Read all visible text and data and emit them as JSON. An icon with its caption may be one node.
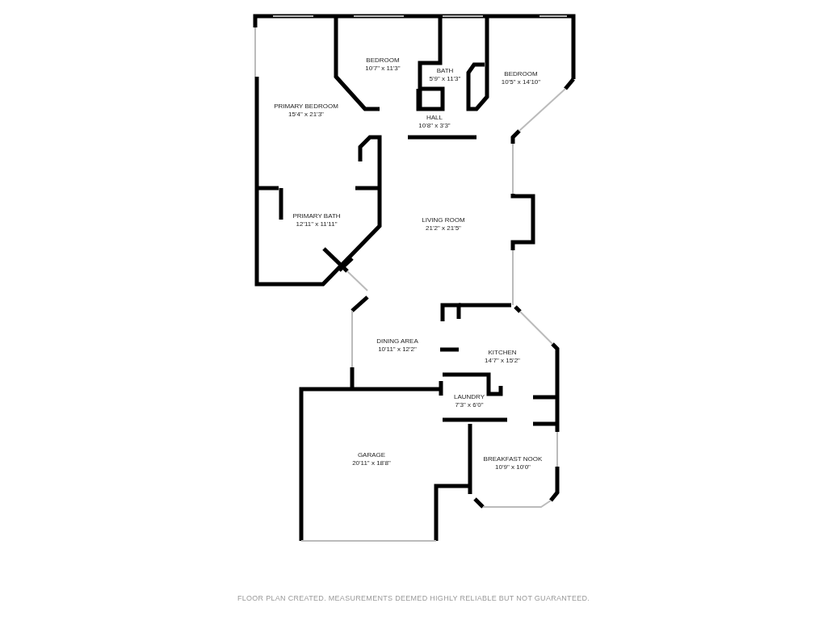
{
  "diagram": {
    "caption": "FLOOR PLAN CREATED. MEASUREMENTS DEEMED HIGHLY RELIABLE BUT NOT GUARANTEED.",
    "nodes": [
      {
        "text": [
          "BEDROOM",
          "10'7\" x 11'3\""
        ]
      },
      {
        "text": [
          "BATH",
          "5'9\" x 11'3\""
        ]
      },
      {
        "text": [
          "BEDROOM",
          "10'5\" x 14'10\""
        ]
      },
      {
        "text": [
          "PRIMARY BEDROOM",
          "15'4\" x 21'3\""
        ]
      },
      {
        "text": [
          "HALL",
          "10'8\" x 3'3\""
        ]
      },
      {
        "text": [
          "PRIMARY BATH",
          "12'11\" x 11'11\""
        ]
      },
      {
        "text": [
          "LIVING ROOM",
          "21'2\" x 21'5\""
        ]
      },
      {
        "text": [
          "DINING AREA",
          "10'11\" x 12'2\""
        ]
      },
      {
        "text": [
          "KITCHEN",
          "14'7\" x 15'2\""
        ]
      },
      {
        "text": [
          "LAUNDRY",
          "7'3\" x 6'0\""
        ]
      },
      {
        "text": [
          "GARAGE",
          "20'11\" x 18'8\""
        ]
      },
      {
        "text": [
          "BREAKFAST NOOK",
          "10'9\" x 10'0\""
        ]
      }
    ]
  }
}
